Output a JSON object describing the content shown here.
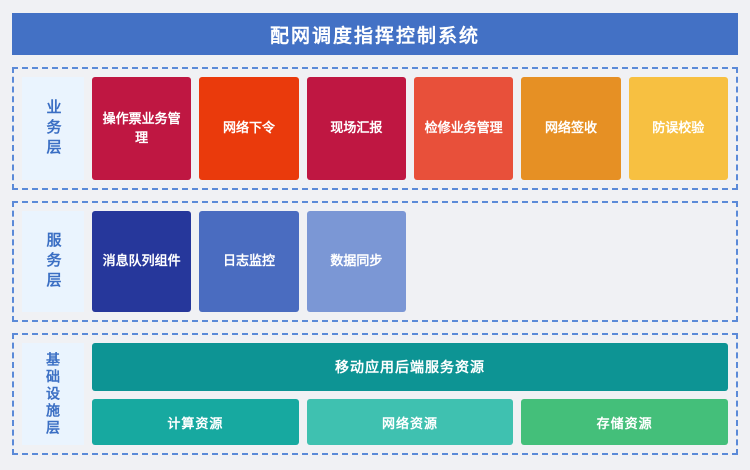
{
  "page": {
    "background_color": "#f0f1f4"
  },
  "header": {
    "title": "配网调度指挥控制系统",
    "background_color": "#4371c5",
    "text_color": "#ffffff"
  },
  "layers": [
    {
      "id": "business",
      "label": "业务层",
      "label_bg": "#eaf4fe",
      "label_color": "#3b6fc4",
      "border_color": "#5b8ad8",
      "cards": [
        {
          "label": "操作票业务管理",
          "color": "#bf1742"
        },
        {
          "label": "网络下令",
          "color": "#ea3a0c"
        },
        {
          "label": "现场汇报",
          "color": "#bf1742"
        },
        {
          "label": "检修业务管理",
          "color": "#e8503a"
        },
        {
          "label": "网络签收",
          "color": "#e69024"
        },
        {
          "label": "防误校验",
          "color": "#f7c041"
        }
      ]
    },
    {
      "id": "service",
      "label": "服务层",
      "label_bg": "#eaf4fe",
      "label_color": "#3b6fc4",
      "border_color": "#5b8ad8",
      "cards": [
        {
          "label": "消息队列组件",
          "color": "#26379b"
        },
        {
          "label": "日志监控",
          "color": "#4a6cc0"
        },
        {
          "label": "数据同步",
          "color": "#7b97d5"
        }
      ],
      "empty_slots": 3
    },
    {
      "id": "infrastructure",
      "label": "基础设施层",
      "label_bg": "#eaf4fe",
      "label_color": "#3b6fc4",
      "border_color": "#5b8ad8",
      "banner": {
        "label": "移动应用后端服务资源",
        "color": "#0d9494"
      },
      "cards": [
        {
          "label": "计算资源",
          "color": "#17a9a0"
        },
        {
          "label": "网络资源",
          "color": "#3fc1b0"
        },
        {
          "label": "存储资源",
          "color": "#44bf7a"
        }
      ]
    }
  ]
}
